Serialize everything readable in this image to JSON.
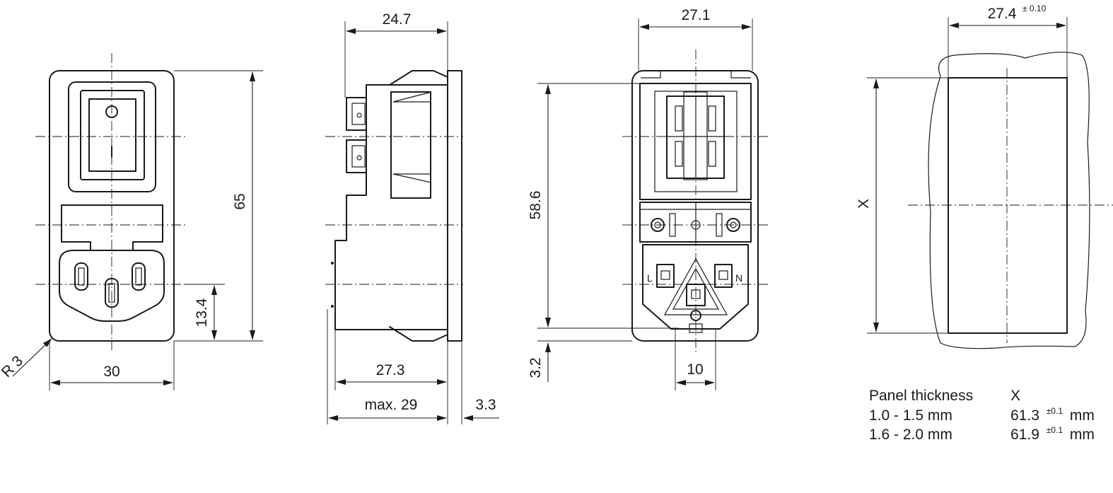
{
  "front_view": {
    "width": "30",
    "height": "65",
    "socket_offset": "13.4",
    "corner_radius": "R 3",
    "switch_off_symbol": "O",
    "switch_on_symbol": "I"
  },
  "side_view": {
    "body_depth": "24.7",
    "inner_depth": "27.3",
    "max_depth": "max. 29",
    "flange": "3.3"
  },
  "rear_view": {
    "width": "27.1",
    "height": "58.6",
    "bottom_offset": "3.2",
    "earth_width": "10",
    "label_live": "L",
    "label_neutral": "N"
  },
  "cutout_view": {
    "width": "27.4",
    "width_tolerance": "± 0.10",
    "height_label": "X"
  },
  "panel_table": {
    "header_thickness": "Panel thickness",
    "header_x": "X",
    "rows": [
      {
        "thickness": "1.0 - 1.5 mm",
        "value": "61.3",
        "tolerance": "±0.1",
        "unit": "mm"
      },
      {
        "thickness": "1.6 - 2.0 mm",
        "value": "61.9",
        "tolerance": "±0.1",
        "unit": "mm"
      }
    ]
  }
}
